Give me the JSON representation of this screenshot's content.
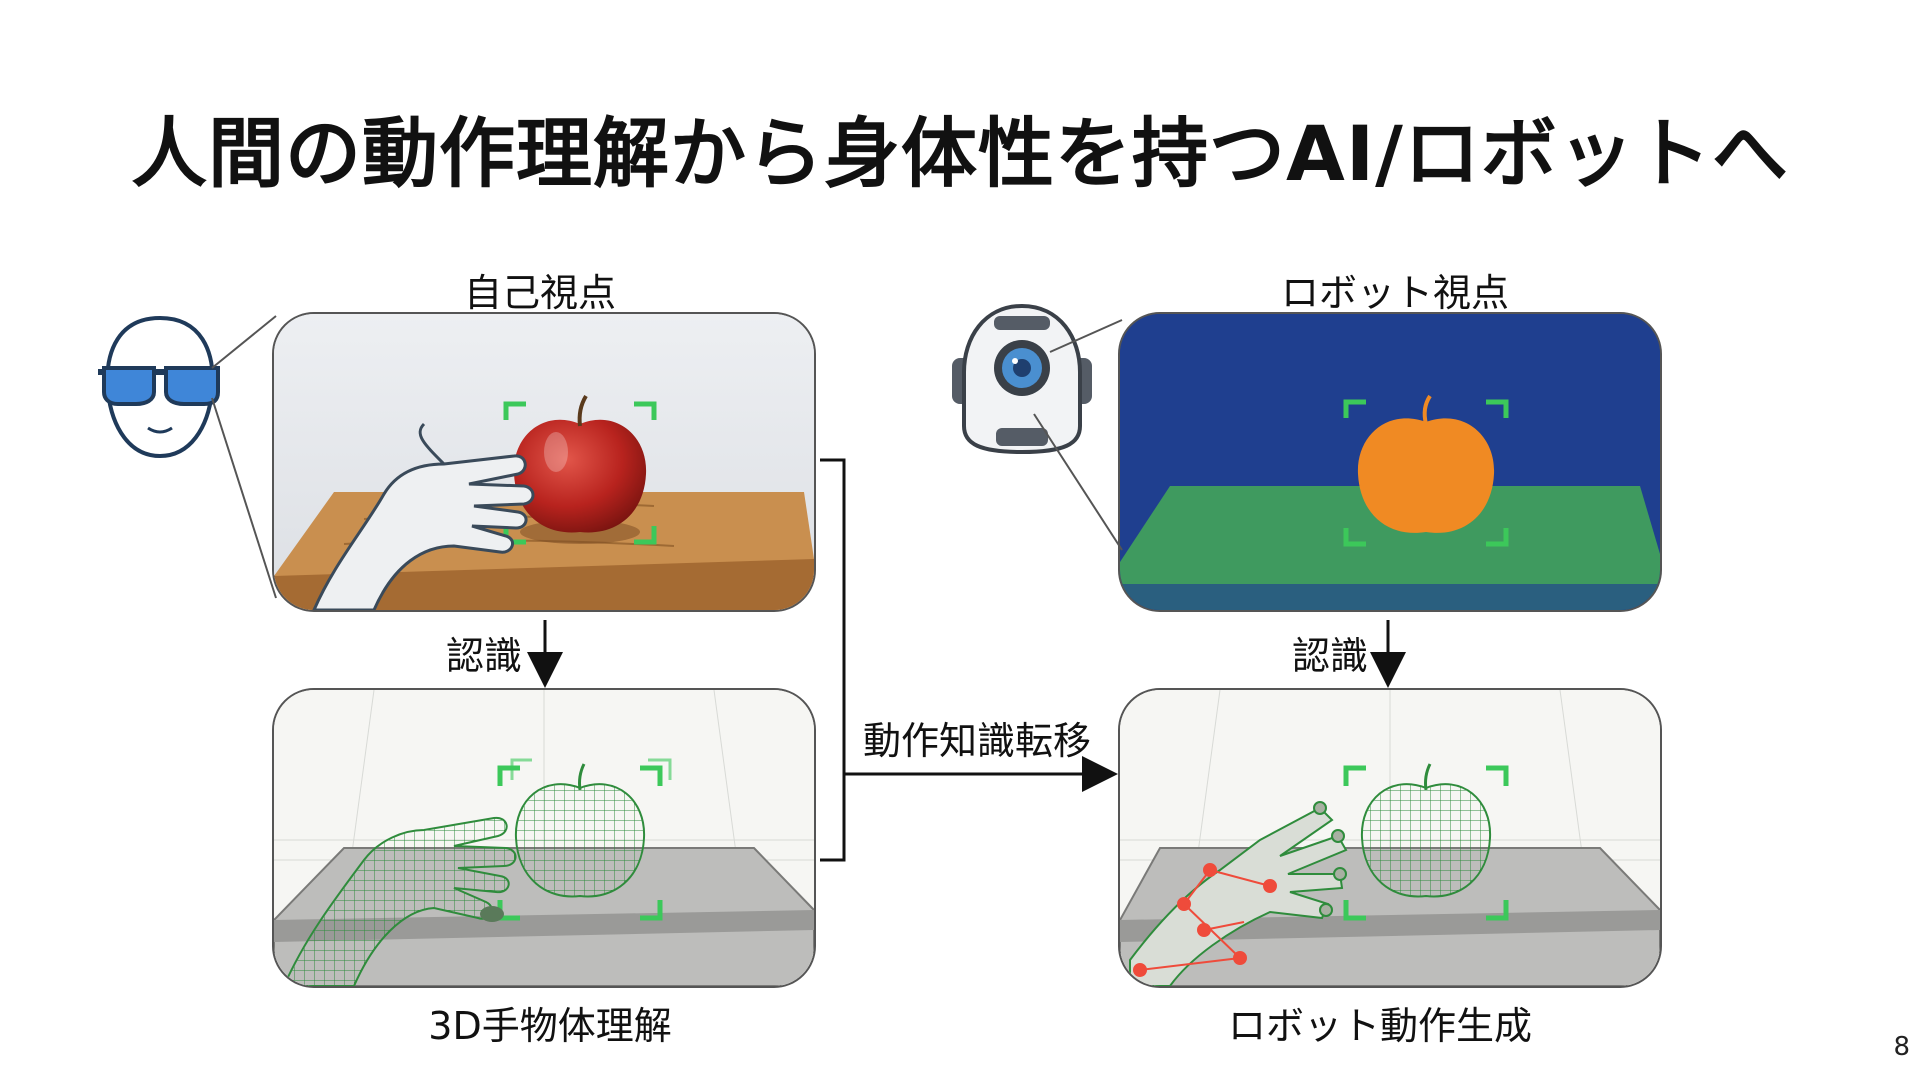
{
  "title": "人間の動作理解から身体性を持つAI/ロボットへ",
  "labels": {
    "ego_view": "自己視点",
    "robot_view": "ロボット視点",
    "recognition_left": "認識",
    "recognition_right": "認識",
    "transfer": "動作知識転移",
    "hand_object": "3D手物体理解",
    "robot_motion": "ロボット動作生成"
  },
  "page_number": "8",
  "colors": {
    "detection_box": "#3cc85a",
    "robot_view_bg": "#1f3f8f",
    "robot_table": "#3f9a5f",
    "apple_segment": "#f08a23",
    "keypoint": "#ef4b3b",
    "glasses": "#3f86d8"
  },
  "icons": [
    "head-with-glasses-icon",
    "robot-head-icon"
  ]
}
